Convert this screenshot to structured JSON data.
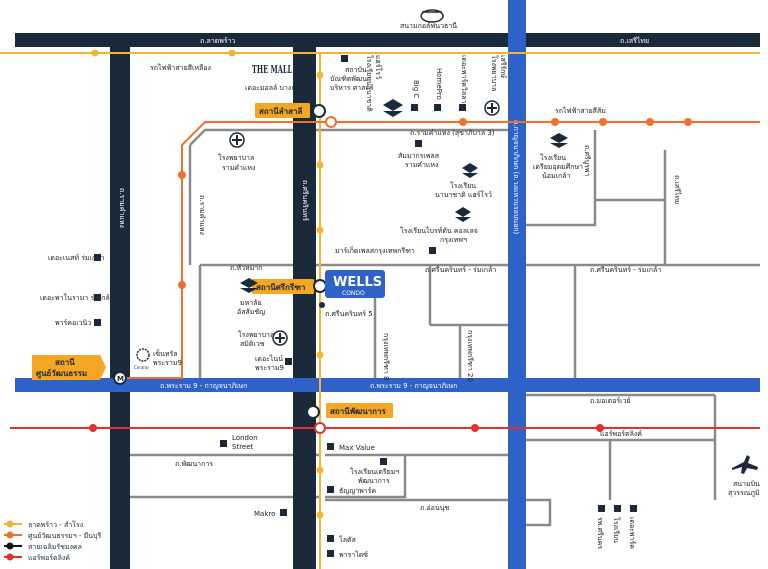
{
  "roads": {
    "lat_phrao": "ถ.ลาดพร้าว",
    "seri_thai": "ถ.เสรีไทย",
    "ramkhamhaeng": "ถ.รามคำแหง (สุขาภิบาล 3)",
    "kanchanaphisek": "ถ.กาญจนาภิเษก (ถ.วงแหวนรอบนอก)",
    "si_burapha": "ถ.ศรีบูรพา",
    "seri_thai_v": "ถ.เสรีไทย",
    "ramkhamhaeng_soi": "ถ.รามคำแหง",
    "srinagarindra": "ถ.ศรีนครินทร์",
    "hua_mak": "ถ.หัวหมาก",
    "srinagarindra_romklao_1": "ถ.ศรีนครินทร์ - ร่มเกล้า",
    "srinagarindra_romklao_2": "ถ.ศรีนครินทร์ - ร่มเกล้า",
    "srinagarindra_5": "ถ.ศรีนครินทร์ 5",
    "krungthep_kreetha_8": "กรุงเทพกรีฑา 8",
    "krungthep_kreetha_20": "กรุงเทพกรีฑา 20",
    "rama9_left": "ถ.พระราม 9 - กาญจนาภิเษก",
    "rama9_right": "ถ.พระราม 9 - กาญจนาภิเษก",
    "motorway": "ถ.มอเตอร์เวย์",
    "phatthanakan": "ถ.พัฒนาการ",
    "on_nut": "ถ.อ่อนนุช",
    "airport_link": "แอร์พอร์ตลิงค์",
    "yellow_line": "รถไฟฟ้าสายสีเหลือง",
    "orange_line": "รถไฟฟ้าสายสีส้ม"
  },
  "stations": {
    "lam_sali": "สถานีลำสาลี",
    "srikritha": "สถานีศรีกรีฑา",
    "phatthanakan": "สถานีพัฒนาการ",
    "cultural_center_1": "สถานี",
    "cultural_center_2": "ศูนย์วัฒนธรรม",
    "cultural_center_icon": "M"
  },
  "project": {
    "name": "WELLS",
    "sub": "CONDO"
  },
  "places": {
    "stadium": "สนามกอล์ฟนวธานี",
    "the_mall_logo": "THE MALL",
    "the_mall": "เดอะมอลล์ บางกะปิ",
    "nida_1": "สถาบัน",
    "nida_2": "บัณฑิตพัฒนา",
    "nida_3": "บริหาร ศาสตร์",
    "school_1_a": "โรงเรียนนานาชาติ",
    "school_1_b": "แฮร์โรว์",
    "big_c": "Big C",
    "homepro": "HomePro",
    "the_mall_small": "เดอะพาร์ควิลลาจ",
    "hospital_top_a": "โรงพยาบาล",
    "hospital_top_b": "เสรีรักษ์",
    "hospital_ram_a": "โรงพยาบาล",
    "hospital_ram_b": "รามคำแหง",
    "sammakorn_a": "สัมมากรเพลส",
    "sammakorn_b": "รามคำแหง",
    "nanachat_a": "โรงเรียน",
    "nanachat_b": "นานาชาติ แฮร์โรว์",
    "school_right_a": "โรงเรียน",
    "school_right_b": "เตรียมอุดมศึกษา",
    "school_right_c": "น้อมเกล้า",
    "bangkok_school_a": "โรงเรียนไบรท์ตัน คอลเลจ",
    "bangkok_school_b": "กรุงเทพฯ",
    "market": "มาร์เก็ตเพลสกรุงเทพกรีฑา",
    "university_a": "มหาลัย",
    "university_b": "อัสสัมชัญ",
    "hospital_mid_a": "โรงพยาบาล",
    "hospital_mid_b": "สมิติเวช",
    "the_nine_a": "เดอะไนน์",
    "the_nine_b": "พระราม9",
    "central_a": "เซ็นทรัล",
    "central_b": "พระราม9",
    "central_logo": "Central",
    "the_nest": "เดอะเนสท์ ร่มเกล้า",
    "the_pano": "เดอะพาโนรามา ร่มเกล้า",
    "park_avenue": "พาร์คอเวนิว",
    "london_a": "London",
    "london_b": "Street",
    "max_value": "Max Value",
    "school_phat_a": "โรงเรียนเตรียมฯ",
    "school_phat_b": "พัฒนาการ",
    "tanya": "ธัญญาพาร์ค",
    "makro": "Makro",
    "lotus": "โลตัส",
    "paradise": "พาราไดซ์",
    "airport_a": "สนามบิน",
    "airport_b": "สุวรรณภูมิ",
    "bottom_a": "รพ.ศรีนคร",
    "bottom_b": "โรงเรียน",
    "bottom_c": "เดอะพาร์ค"
  },
  "legend": [
    {
      "label": "ลาดพร้าว - สำโรง",
      "color": "#f5b335"
    },
    {
      "label": "ศูนย์วัฒนธรรมฯ - มีนบุรี",
      "color": "#f07030"
    },
    {
      "label": "สายเฉลิมรัชมงคล",
      "color": "#151515"
    },
    {
      "label": "แอร์พอร์ตลิงค์",
      "color": "#e53030"
    }
  ],
  "colors": {
    "navy": "#1b2a3a",
    "blue": "#2f62c8",
    "gray": "#8a8a8a",
    "orange": "#f07030",
    "yellow": "#f5b335",
    "red": "#e53030"
  }
}
